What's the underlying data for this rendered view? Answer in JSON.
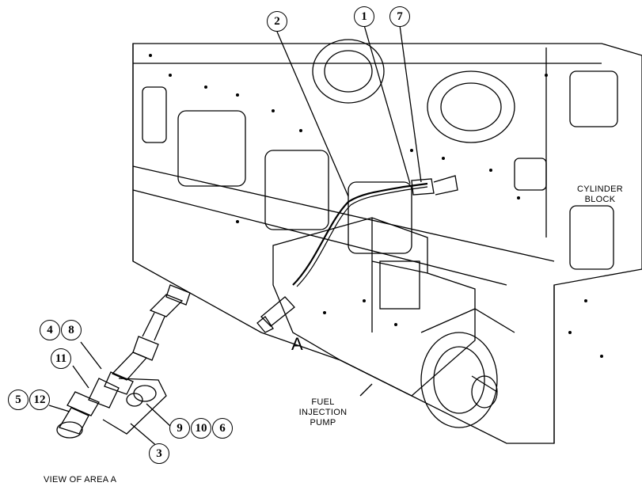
{
  "labels": {
    "cylinder_block_line1": "CYLINDER",
    "cylinder_block_line2": "BLOCK",
    "fuel_line1": "FUEL",
    "fuel_line2": "INJECTION",
    "fuel_line3": "PUMP",
    "area_marker": "A",
    "view_caption": "VIEW OF AREA A"
  },
  "callouts": {
    "c1": "1",
    "c2": "2",
    "c7": "7",
    "c4": "4",
    "c8": "8",
    "c11": "11",
    "c5": "5",
    "c12": "12",
    "c9": "9",
    "c10": "10",
    "c6": "6",
    "c3": "3"
  }
}
